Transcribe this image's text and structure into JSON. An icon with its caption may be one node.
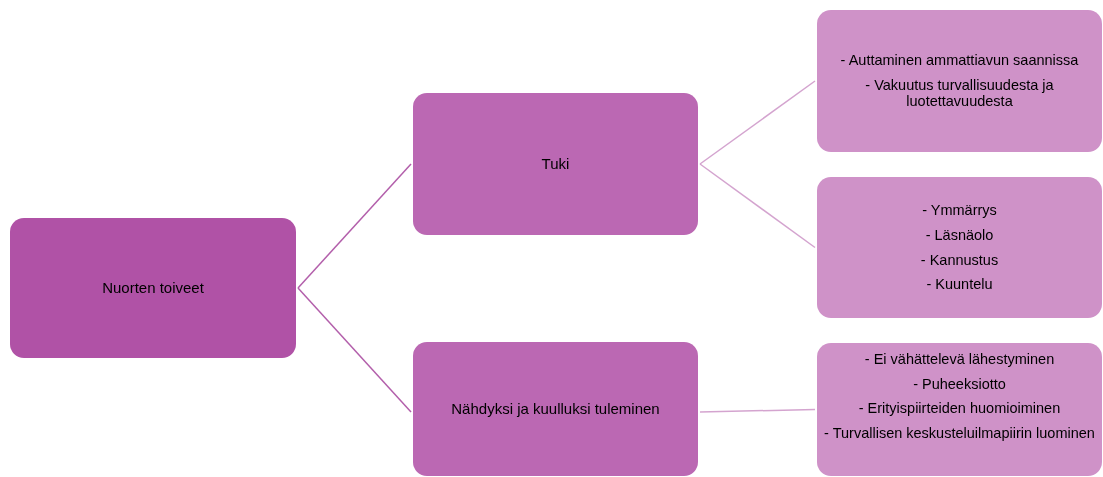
{
  "diagram": {
    "nodes": [
      {
        "text": [
          "Nuorten toiveet"
        ]
      },
      {
        "text": [
          "Tuki"
        ]
      },
      {
        "text": [
          "Nähdyksi ja kuulluksi tuleminen"
        ]
      },
      {
        "text": [
          "- Auttaminen ammattiavun saannissa",
          "- Vakuutus turvallisuudesta ja luotettavuudesta"
        ]
      },
      {
        "text": [
          "- Ymmärrys",
          "- Läsnäolo",
          "- Kannustus",
          "- Kuuntelu"
        ]
      },
      {
        "text": [
          "- Ei vähättelevä lähestyminen",
          "- Puheeksiotto",
          "- Erityispiirteiden huomioiminen",
          "- Turvallisen keskusteluilmapiirin luominen"
        ]
      }
    ],
    "edges": [
      {
        "from": 0,
        "to": 1,
        "arrow": "none",
        "color": "#b35fab"
      },
      {
        "from": 0,
        "to": 2,
        "arrow": "none",
        "color": "#b35fab"
      },
      {
        "from": 1,
        "to": 3,
        "arrow": "none"
      },
      {
        "from": 1,
        "to": 4,
        "arrow": "none"
      },
      {
        "from": 2,
        "to": 5,
        "arrow": "none"
      }
    ]
  }
}
